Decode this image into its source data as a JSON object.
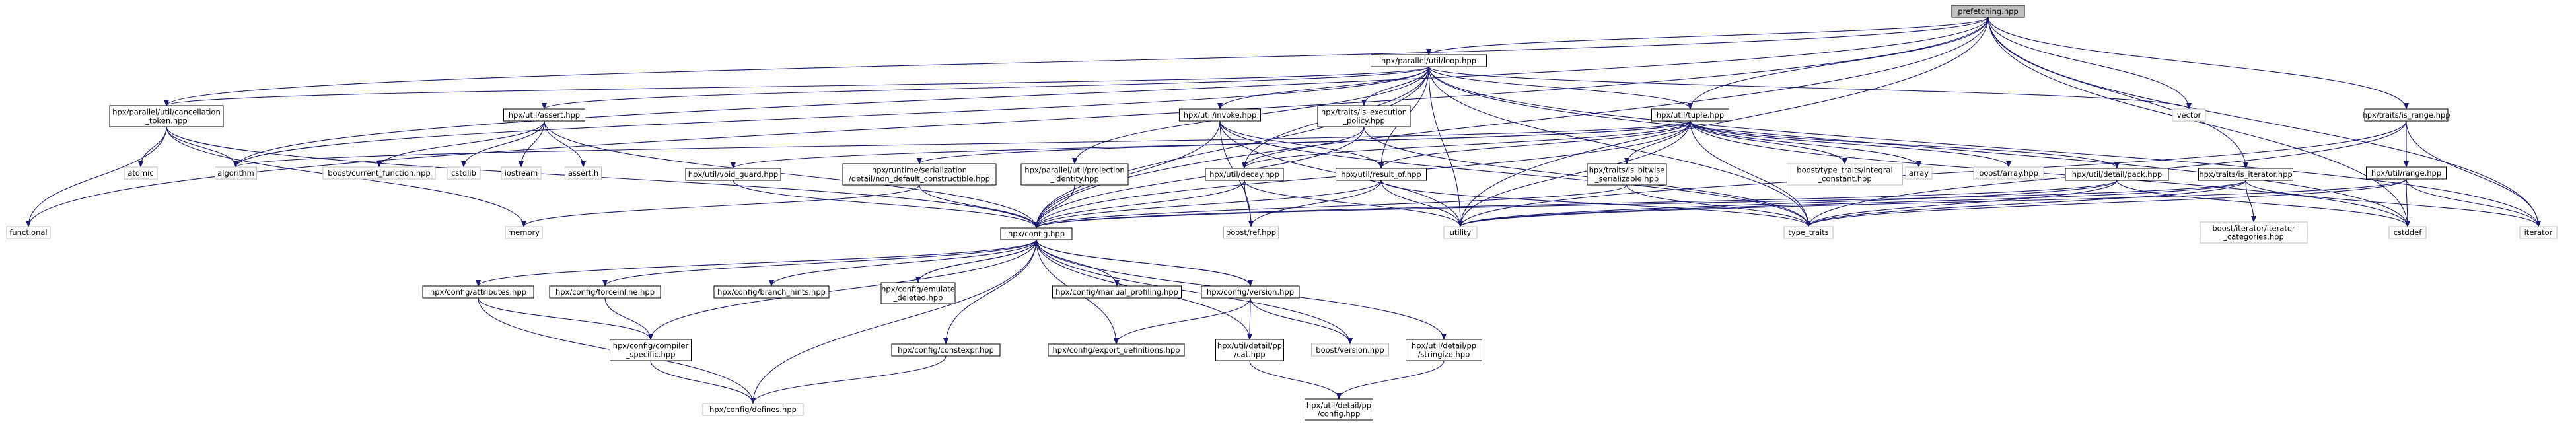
{
  "diagram": {
    "root": "prefetching.hpp",
    "nodes": {
      "prefetching": [
        "prefetching.hpp"
      ],
      "loop": [
        "hpx/parallel/util/loop.hpp"
      ],
      "is_range": [
        "hpx/traits/is_range.hpp"
      ],
      "cancellation": [
        "hpx/parallel/util/cancellation",
        "_token.hpp"
      ],
      "assert": [
        "hpx/util/assert.hpp"
      ],
      "invoke": [
        "hpx/util/invoke.hpp"
      ],
      "is_exec_policy": [
        "hpx/traits/is_execution",
        "_policy.hpp"
      ],
      "tuple": [
        "hpx/util/tuple.hpp"
      ],
      "vector": [
        "vector"
      ],
      "range": [
        "hpx/util/range.hpp"
      ],
      "atomic": [
        "atomic"
      ],
      "algorithm": [
        "algorithm"
      ],
      "boost_function": [
        "boost/current_function.hpp"
      ],
      "cstdlib": [
        "cstdlib"
      ],
      "iostream": [
        "iostream"
      ],
      "assert_h": [
        "assert.h"
      ],
      "void_guard": [
        "hpx/util/void_guard.hpp"
      ],
      "non_default": [
        "hpx/runtime/serialization",
        "/detail/non_default_constructible.hpp"
      ],
      "projection": [
        "hpx/parallel/util/projection",
        "_identity.hpp"
      ],
      "decay": [
        "hpx/util/decay.hpp"
      ],
      "result_of": [
        "hpx/util/result_of.hpp"
      ],
      "bitwise": [
        "hpx/traits/is_bitwise",
        "_serializable.hpp"
      ],
      "integral": [
        "boost/type_traits/integral",
        "_constant.hpp"
      ],
      "array": [
        "array"
      ],
      "boost_array": [
        "boost/array.hpp"
      ],
      "pack": [
        "hpx/util/detail/pack.hpp"
      ],
      "is_iterator": [
        "hpx/traits/is_iterator.hpp"
      ],
      "iter_cat": [
        "boost/iterator/iterator",
        "_categories.hpp"
      ],
      "functional": [
        "functional"
      ],
      "memory": [
        "memory"
      ],
      "config": [
        "hpx/config.hpp"
      ],
      "boost_ref": [
        "boost/ref.hpp"
      ],
      "utility": [
        "utility"
      ],
      "type_traits": [
        "type_traits"
      ],
      "cstddef": [
        "cstddef"
      ],
      "iterator": [
        "iterator"
      ],
      "attributes": [
        "hpx/config/attributes.hpp"
      ],
      "forceinline": [
        "hpx/config/forceinline.hpp"
      ],
      "branch_hints": [
        "hpx/config/branch_hints.hpp"
      ],
      "emulate_deleted": [
        "hpx/config/emulate",
        "_deleted.hpp"
      ],
      "manual_profiling": [
        "hpx/config/manual_profiling.hpp"
      ],
      "version": [
        "hpx/config/version.hpp"
      ],
      "compiler_specific": [
        "hpx/config/compiler",
        "_specific.hpp"
      ],
      "constexpr": [
        "hpx/config/constexpr.hpp"
      ],
      "export_defs": [
        "hpx/config/export_definitions.hpp"
      ],
      "pp_cat": [
        "hpx/util/detail/pp",
        "/cat.hpp"
      ],
      "boost_version": [
        "boost/version.hpp"
      ],
      "pp_stringize": [
        "hpx/util/detail/pp",
        "/stringize.hpp"
      ],
      "defines": [
        "hpx/config/defines.hpp"
      ],
      "pp_config": [
        "hpx/util/detail/pp",
        "/config.hpp"
      ]
    },
    "colors": {
      "edge": "#191970",
      "box_border": "#000000",
      "gray_border": "#bfbfbf",
      "root_fill": "#bfbfbf"
    }
  }
}
